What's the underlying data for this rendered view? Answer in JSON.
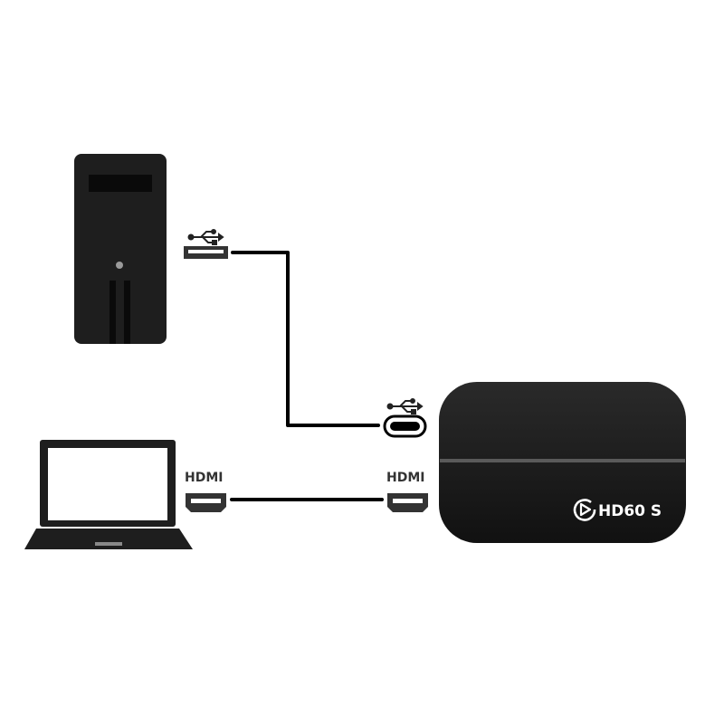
{
  "labels": {
    "hdmi_left": "HDMI",
    "hdmi_right": "HDMI",
    "device_name": "HD60 S"
  },
  "icons": {
    "usb_left": "usb-icon",
    "usb_right": "usb-icon",
    "brand_logo": "elgato-logo"
  },
  "colors": {
    "device": "#1c1c1c",
    "stripe": "#5a5a5a",
    "cable": "#000000"
  }
}
